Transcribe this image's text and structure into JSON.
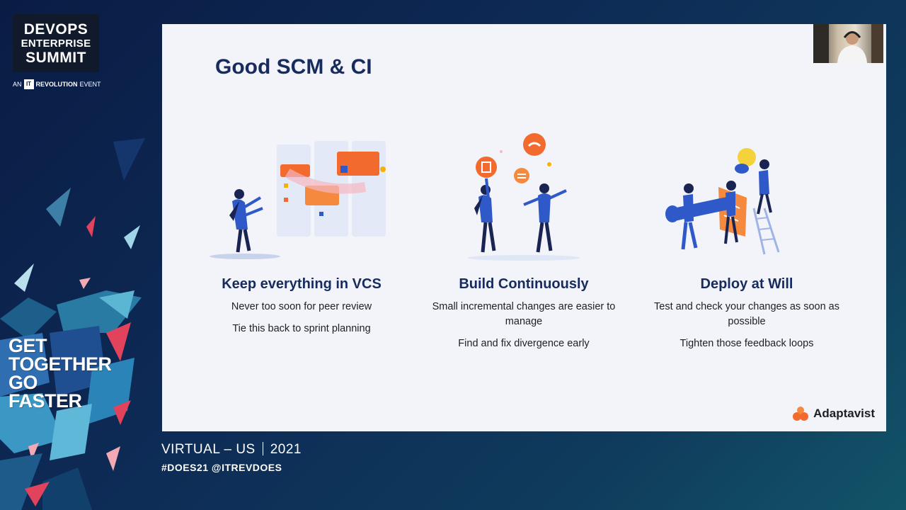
{
  "event": {
    "logo_line1": "DEVOPS",
    "logo_line2": "ENTERPRISE",
    "logo_line3": "SUMMIT",
    "tagline_prefix": "AN",
    "tagline_mark": "IT",
    "tagline_brand": "REVOLUTION",
    "tagline_suffix": "EVENT",
    "motto": [
      "GET",
      "TOGETHER",
      "GO",
      "FASTER"
    ],
    "virtual": "VIRTUAL – US",
    "year": "2021",
    "hashtags": "#DOES21 @ITREVDOES"
  },
  "slide": {
    "title": "Good SCM & CI",
    "columns": [
      {
        "heading": "Keep everything in VCS",
        "lines": [
          "Never too soon for peer review",
          "Tie this back to sprint planning"
        ]
      },
      {
        "heading": "Build Continuously",
        "lines": [
          "Small incremental changes are easier to manage",
          "Find and fix divergence early"
        ]
      },
      {
        "heading": "Deploy at Will",
        "lines": [
          "Test and check your changes as soon as possible",
          "Tighten those feedback loops"
        ]
      }
    ],
    "brand": "Adaptavist"
  },
  "colors": {
    "navy": "#172b5e",
    "orange": "#f26a2e",
    "blue": "#2f58c8",
    "slide_bg": "#f2f4fa"
  }
}
